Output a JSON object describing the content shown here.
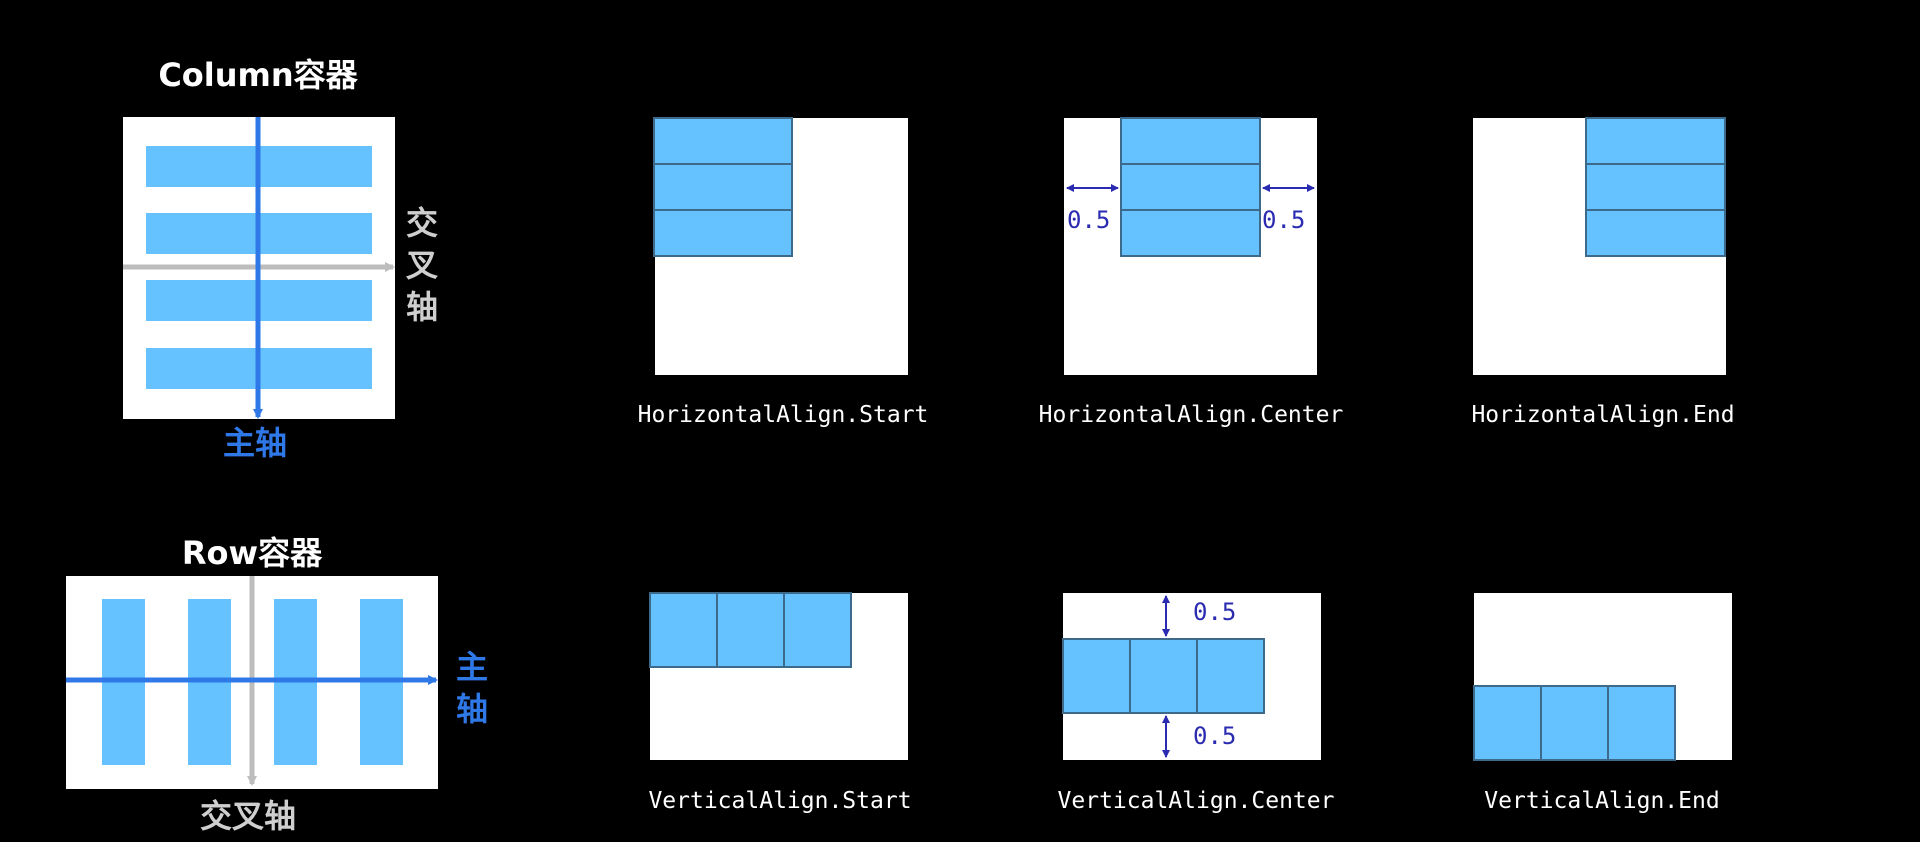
{
  "column_diagram": {
    "title": "Column容器",
    "cross_axis_label": "交叉轴",
    "main_axis_label": "主轴"
  },
  "row_diagram": {
    "title": "Row容器",
    "main_axis_label": "主轴",
    "cross_axis_label": "交叉轴"
  },
  "horizontal_examples": [
    {
      "caption": "HorizontalAlign.Start"
    },
    {
      "caption": "HorizontalAlign.Center",
      "left_ratio": "0.5",
      "right_ratio": "0.5"
    },
    {
      "caption": "HorizontalAlign.End"
    }
  ],
  "vertical_examples": [
    {
      "caption": "VerticalAlign.Start"
    },
    {
      "caption": "VerticalAlign.Center",
      "top_ratio": "0.5",
      "bottom_ratio": "0.5"
    },
    {
      "caption": "VerticalAlign.End"
    }
  ],
  "colors": {
    "background": "#000000",
    "panel": "#ffffff",
    "item_fill": "#66c2ff",
    "item_stroke": "#3d6a8a",
    "main_axis": "#2f78e8",
    "cross_axis": "#bdbdbd",
    "dimension": "#2a2bb0"
  }
}
